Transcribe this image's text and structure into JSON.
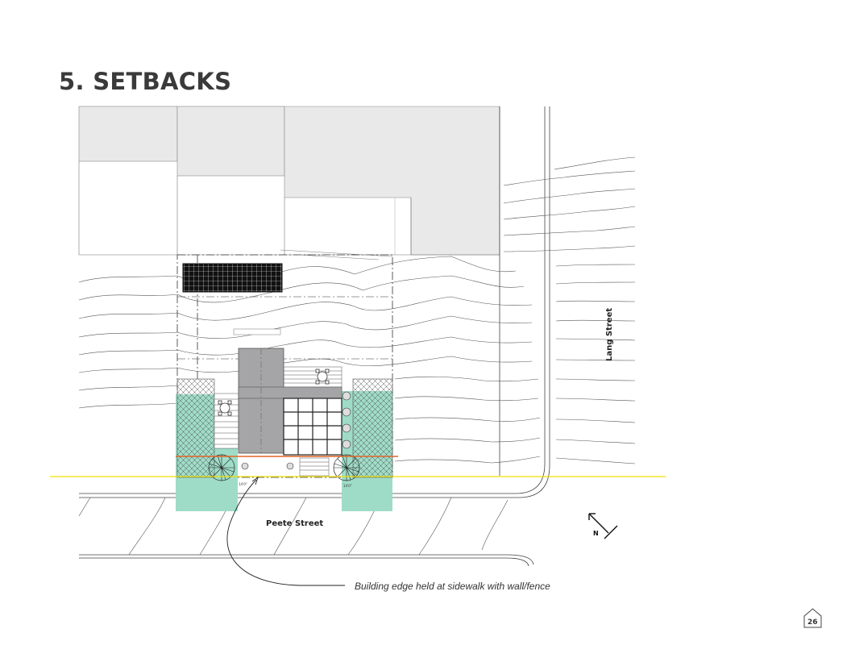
{
  "page": {
    "title": "5. SETBACKS",
    "page_number": "26"
  },
  "plan": {
    "streets": {
      "south": "Peete Street",
      "east": "Lang Street"
    },
    "north_arrow_label": "N",
    "dimension_labels": [
      "14'0\"",
      "14'0\""
    ],
    "annotation": "Building edge held at sidewalk with wall/fence",
    "colors": {
      "setback_line": "#f0e000",
      "build_line": "#e0662a",
      "landscape": "#9fdcc7",
      "building": "#a5a5a7",
      "neighbor": "#e9e9ea"
    }
  }
}
